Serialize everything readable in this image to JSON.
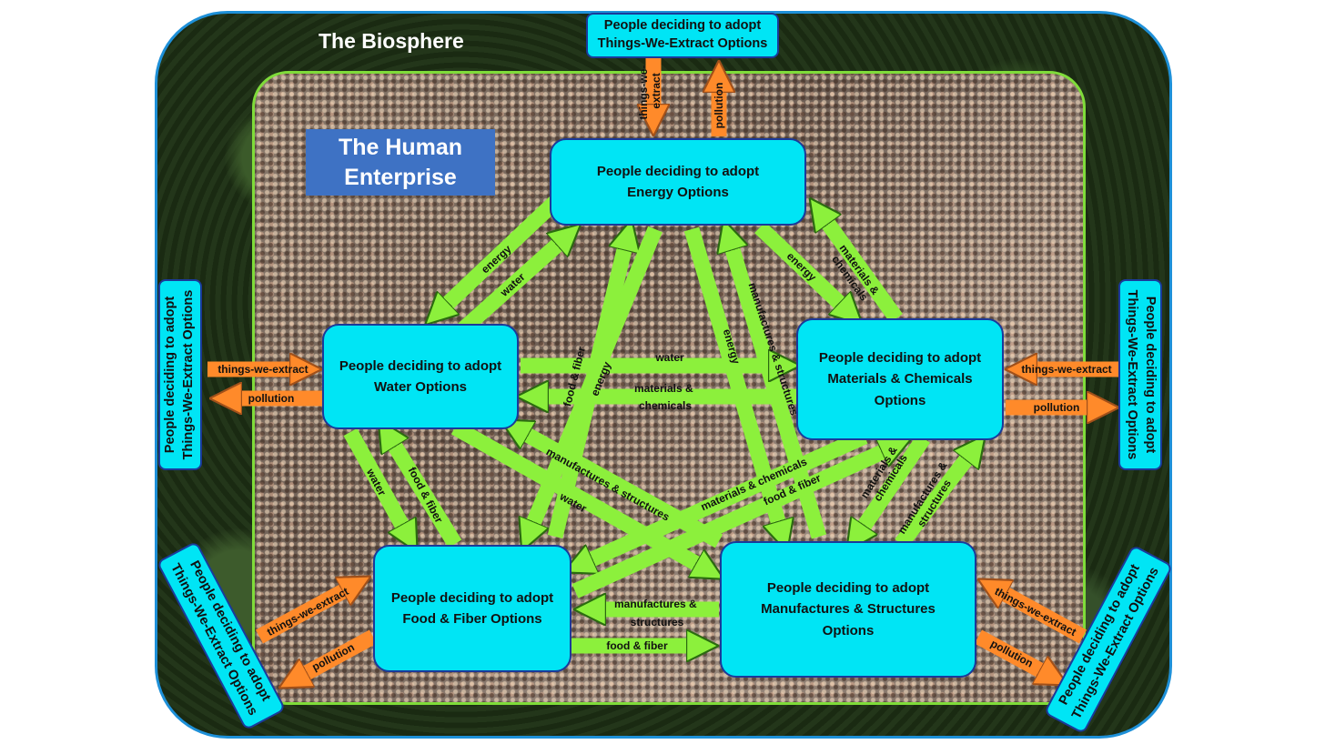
{
  "biosphere_title": "The Biosphere",
  "enterprise_title": "The Human\nEnterprise",
  "nodes": {
    "energy": "People deciding to adopt\nEnergy Options",
    "water": "People deciding to adopt\nWater Options",
    "materials": "People deciding to adopt\nMaterials & Chemicals\nOptions",
    "food": "People deciding to adopt\nFood & Fiber Options",
    "manufactures": "People deciding to adopt\nManufactures & Structures\nOptions"
  },
  "extract_box": "People deciding to adopt\nThings-We-Extract Options",
  "labels": {
    "things": "things-we-extract",
    "things_top_1": "things-we-",
    "things_top_2": "extract",
    "pollution": "pollution",
    "energy": "energy",
    "water": "water",
    "food": "food & fiber",
    "materials": "materials & chemicals",
    "mat1": "materials &",
    "mat2": "chemicals",
    "manufactures": "manufactures & structures",
    "man1": "manufactures &",
    "man2": "structures"
  },
  "colors": {
    "flow_arrow": "#8cf03c",
    "boundary_arrow": "#ff8a2a",
    "node_fill": "#00e5f5"
  }
}
